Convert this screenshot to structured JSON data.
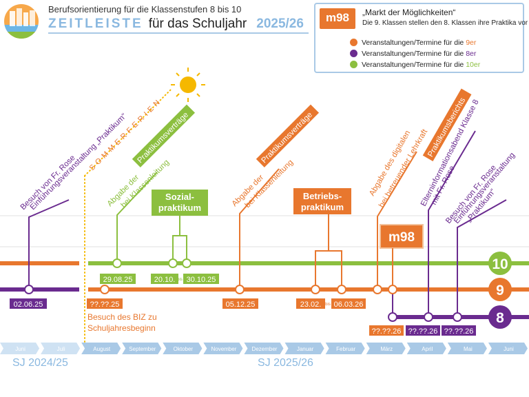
{
  "header": {
    "subtitle": "Berufsorientierung für die Klassenstufen 8 bis 10",
    "title_word": "ZEITLEISTE",
    "title_mid": "für das Schuljahr",
    "title_year": "2025/26"
  },
  "legend": {
    "logo_text": "m98",
    "title": "„Markt der Möglichkeiten“",
    "description": "Die 9. Klassen stellen den 8. Klassen ihre Praktika vor",
    "items": [
      {
        "text": "Veranstaltungen/Termine für die ",
        "grade": "9er",
        "color": "#e8772e"
      },
      {
        "text": "Veranstaltungen/Termine für die ",
        "grade": "8er",
        "color": "#6a2b8f"
      },
      {
        "text": "Veranstaltungen/Termine für die ",
        "grade": "10er",
        "color": "#8cbf3f"
      }
    ]
  },
  "colors": {
    "orange": "#e8772e",
    "purple": "#6a2b8f",
    "green": "#8cbf3f",
    "blue": "#a9c9e6",
    "sun": "#f5b800"
  },
  "lines": {
    "grade10": "10",
    "grade9": "9",
    "grade8": "8"
  },
  "summer_label": "SOMMERFERIEN",
  "months": [
    "Juni",
    "Juli",
    "August",
    "September",
    "Oktober",
    "November",
    "Dezember",
    "Januar",
    "Februar",
    "März",
    "April",
    "Mai",
    "Juni"
  ],
  "school_years": {
    "previous": "SJ 2024/25",
    "current": "SJ 2025/26"
  },
  "events": {
    "rose_praktikum_2025": {
      "line1": "Besuch von Fr. Rose",
      "line2": "Einführungsveranstaltung „Praktikum“",
      "date": "02.06.25"
    },
    "biz_visit": {
      "line1": "Besuch des BIZ zu",
      "line2": "Schuljahresbeginn",
      "date": "??.??.25"
    },
    "vertraege_10": {
      "line1": "Abgabe der",
      "tag": "Praktikumsverträge",
      "line2": "bei Klassenleitung",
      "date": "29.08.25"
    },
    "sozialpraktikum": {
      "line1": "Sozial-",
      "line2": "praktikum",
      "date_start": "20.10.",
      "separator": "bis",
      "date_end": "30.10.25"
    },
    "vertraege_9": {
      "line1": "Abgabe der",
      "tag": "Praktikumsverträge",
      "line2": "bei Klassenleitung",
      "date": "05.12.25"
    },
    "betriebspraktikum": {
      "line1": "Betriebs-",
      "line2": "praktikum",
      "date_start": "23.02.",
      "separator": "bis",
      "date_end": "06.03.26"
    },
    "bericht_9": {
      "line1": "Abgabe des digitalen",
      "tag": "Praktikumsberichts",
      "line2": "bei betreuender Lehrkraft"
    },
    "markt": {
      "logo_text": "m98",
      "date": "??.??.26"
    },
    "elternabend_8": {
      "line1": "Elterninformationsabend Klasse 8",
      "line2": "mit Fr. Rose",
      "date": "??.??.26"
    },
    "rose_praktikum_2026": {
      "line1": "Besuch von Fr. Rose",
      "line2": "Einführungsveranstaltung",
      "line3": "„Praktikum“",
      "date": "??.??.26"
    }
  }
}
